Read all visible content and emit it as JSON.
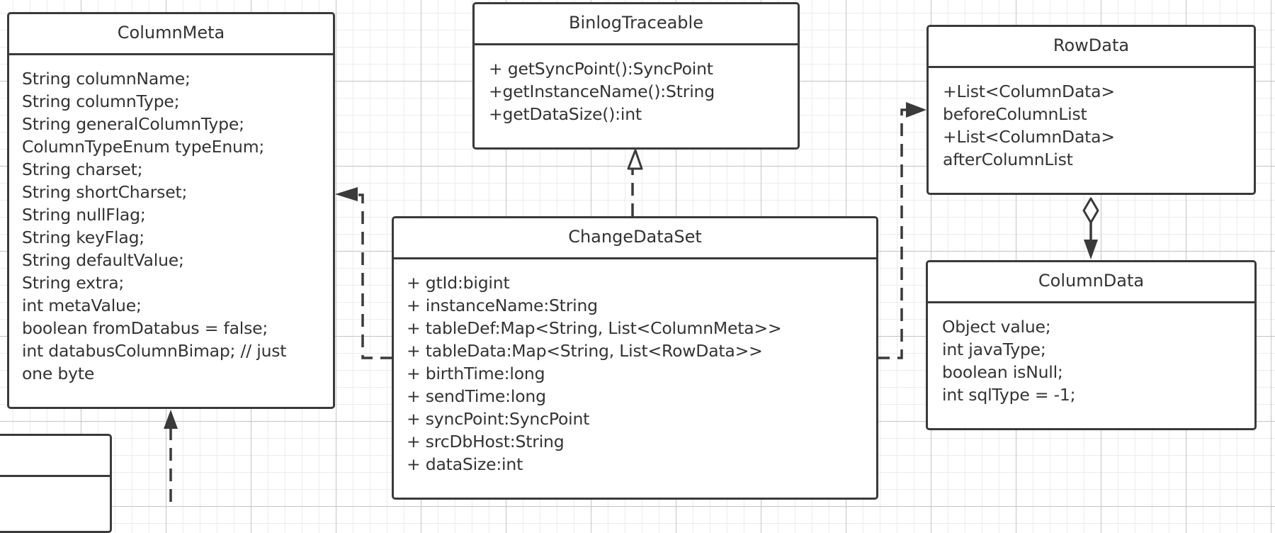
{
  "classes": {
    "column_meta": {
      "name": "ColumnMeta",
      "members": [
        "String columnName;",
        "String columnType;",
        "String generalColumnType;",
        "ColumnTypeEnum typeEnum;",
        "String charset;",
        "String shortCharset;",
        "String nullFlag;",
        "String keyFlag;",
        "String defaultValue;",
        "String extra;",
        "int metaValue;",
        "boolean fromDatabus = false;",
        "int databusColumnBimap; // just",
        "one byte"
      ]
    },
    "binlog_traceable": {
      "name": "BinlogTraceable",
      "members": [
        "+ getSyncPoint():SyncPoint",
        "+getInstanceName():String",
        "+getDataSize():int"
      ]
    },
    "change_data_set": {
      "name": "ChangeDataSet",
      "members": [
        "+ gtId:bigint",
        "+ instanceName:String",
        "+ tableDef:Map<String, List<ColumnMeta>>",
        "+ tableData:Map<String, List<RowData>>",
        "+ birthTime:long",
        "+ sendTime:long",
        "+ syncPoint:SyncPoint",
        "+ srcDbHost:String",
        "+ dataSize:int"
      ]
    },
    "row_data": {
      "name": "RowData",
      "members": [
        "+List<ColumnData>",
        "beforeColumnList",
        "+List<ColumnData>",
        "afterColumnList"
      ]
    },
    "column_data": {
      "name": "ColumnData",
      "members": [
        "Object value;",
        "int javaType;",
        "boolean isNull;",
        "int sqlType = -1;"
      ]
    }
  },
  "colors": {
    "stroke": "#3a3a3a",
    "text": "#333333",
    "grid": "#c4c4c4",
    "background": "#ffffff"
  }
}
